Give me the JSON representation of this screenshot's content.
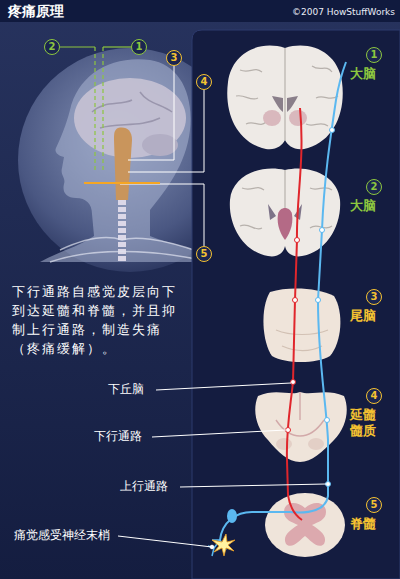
{
  "diagram": {
    "title": "疼痛原理",
    "labels": [
      "©2007 HowStuffWorks",
      "2",
      "1",
      "3",
      "4",
      "5",
      "下行通路自感觉皮层向下到达延髓和脊髓，并且抑制上行通路，制造失痛（疼痛缓解）。",
      "1",
      "大脑",
      "2",
      "大脑",
      "3",
      "尾脑",
      "4",
      "延髓髓质",
      "5",
      "脊髓",
      "下丘脑",
      "下行通路",
      "上行通路",
      "痛觉感受神经末梢"
    ]
  }
}
